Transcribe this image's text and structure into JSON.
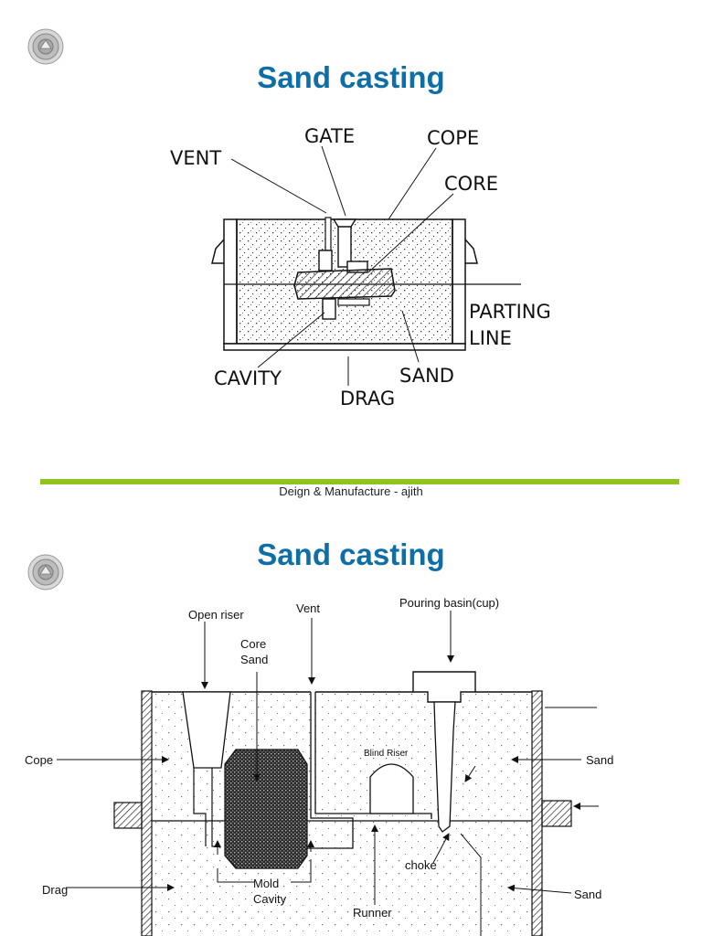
{
  "slide1": {
    "title": "Sand casting",
    "labels": {
      "vent": "VENT",
      "gate": "GATE",
      "cope": "COPE",
      "core": "CORE",
      "parting_line_1": "PARTING",
      "parting_line_2": "LINE",
      "cavity": "CAVITY",
      "sand": "SAND",
      "drag": "DRAG"
    },
    "footer": "Deign & Manufacture - ajith"
  },
  "slide2": {
    "title": "Sand casting",
    "labels": {
      "open_riser": "Open riser",
      "vent": "Vent",
      "pouring_basin": "Pouring basin(cup)",
      "core_1": "Core",
      "core_2": "Sand",
      "cope": "Cope",
      "sand_right_top": "Sand",
      "blind_riser": "Blind Riser",
      "choke": "choke",
      "drag": "Drag",
      "sand_right_bottom": "Sand",
      "mold_cavity_1": "Mold",
      "mold_cavity_2": "Cavity",
      "runner": "Runner"
    }
  },
  "colors": {
    "title": "#0e6fa6",
    "footer_bar": "#8fc31f"
  }
}
